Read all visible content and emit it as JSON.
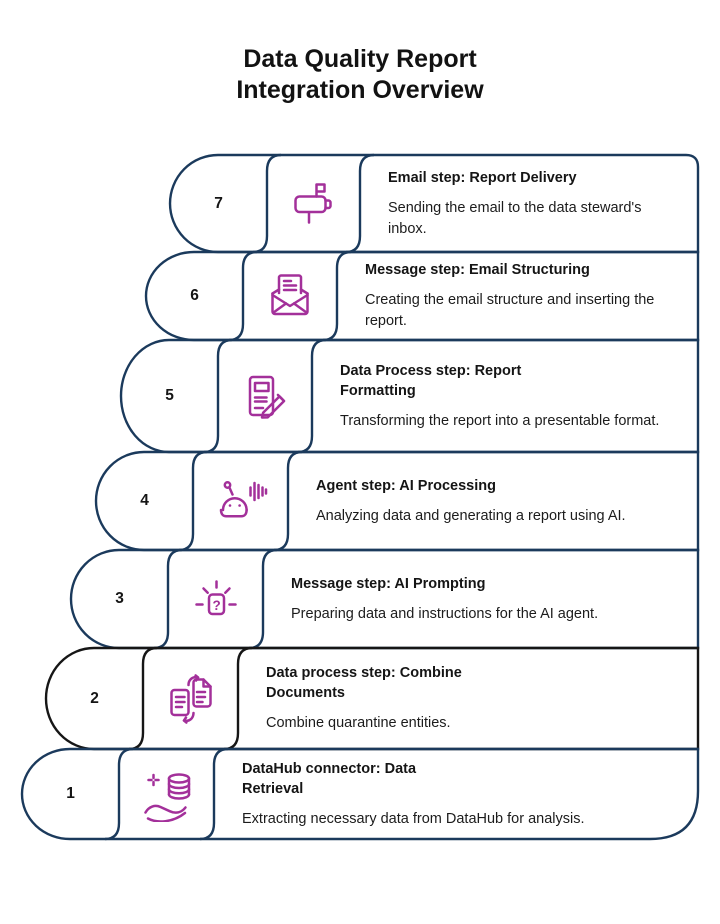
{
  "header": {
    "title": "Data Quality Report\nIntegration Overview"
  },
  "colors": {
    "outline_navy": "#1b3a5c",
    "outline_black": "#161616",
    "icon_magenta": "#a3309a",
    "text": "#151515",
    "background": "#ffffff"
  },
  "steps": [
    {
      "number": "7",
      "icon": "mailbox-icon",
      "title": "Email step: Report Delivery",
      "description": "Sending the email to the data steward's inbox.",
      "outline_color": "#1b3a5c"
    },
    {
      "number": "6",
      "icon": "open-envelope-icon",
      "title": "Message step: Email Structuring",
      "description": "Creating the email structure and inserting the report.",
      "outline_color": "#1b3a5c"
    },
    {
      "number": "5",
      "icon": "document-edit-icon",
      "title": "Data Process step: Report\nFormatting",
      "description": "Transforming the report into a presentable format.",
      "outline_color": "#1b3a5c"
    },
    {
      "number": "4",
      "icon": "ai-agent-icon",
      "title": "Agent step: AI Processing",
      "description": "Analyzing data and generating a report using AI.",
      "outline_color": "#1b3a5c"
    },
    {
      "number": "3",
      "icon": "prompt-question-icon",
      "title": "Message step: AI Prompting",
      "description": "Preparing data and instructions for the AI agent.",
      "outline_color": "#1b3a5c"
    },
    {
      "number": "2",
      "icon": "combine-documents-icon",
      "title": "Data process step: Combine\nDocuments",
      "description": "Combine quarantine entities.",
      "outline_color": "#161616"
    },
    {
      "number": "1",
      "icon": "data-retrieval-icon",
      "title": "DataHub connector: Data\nRetrieval",
      "description": "Extracting necessary data from DataHub for analysis.",
      "outline_color": "#1b3a5c"
    }
  ]
}
